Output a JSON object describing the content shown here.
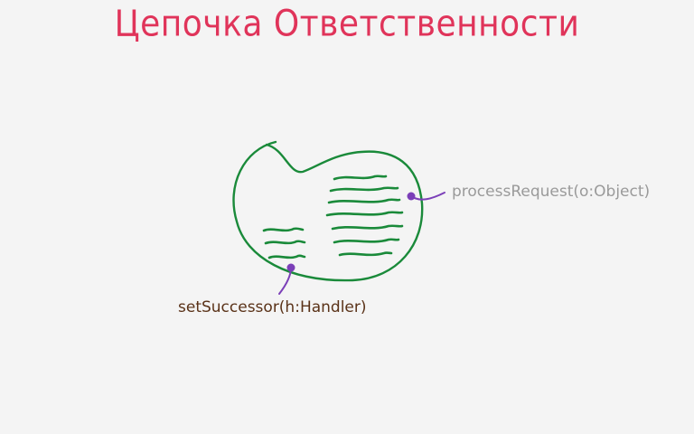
{
  "title": "Цепочка Ответственности",
  "labels": {
    "process_request": "processRequest(o:Object)",
    "set_successor": "setSuccessor(h:Handler)"
  },
  "colors": {
    "title": "#e0345a",
    "outline": "#1a8a3a",
    "pointer": "#7b3fb8",
    "process_label": "#9a9a9a",
    "successor_label": "#5a3218"
  }
}
